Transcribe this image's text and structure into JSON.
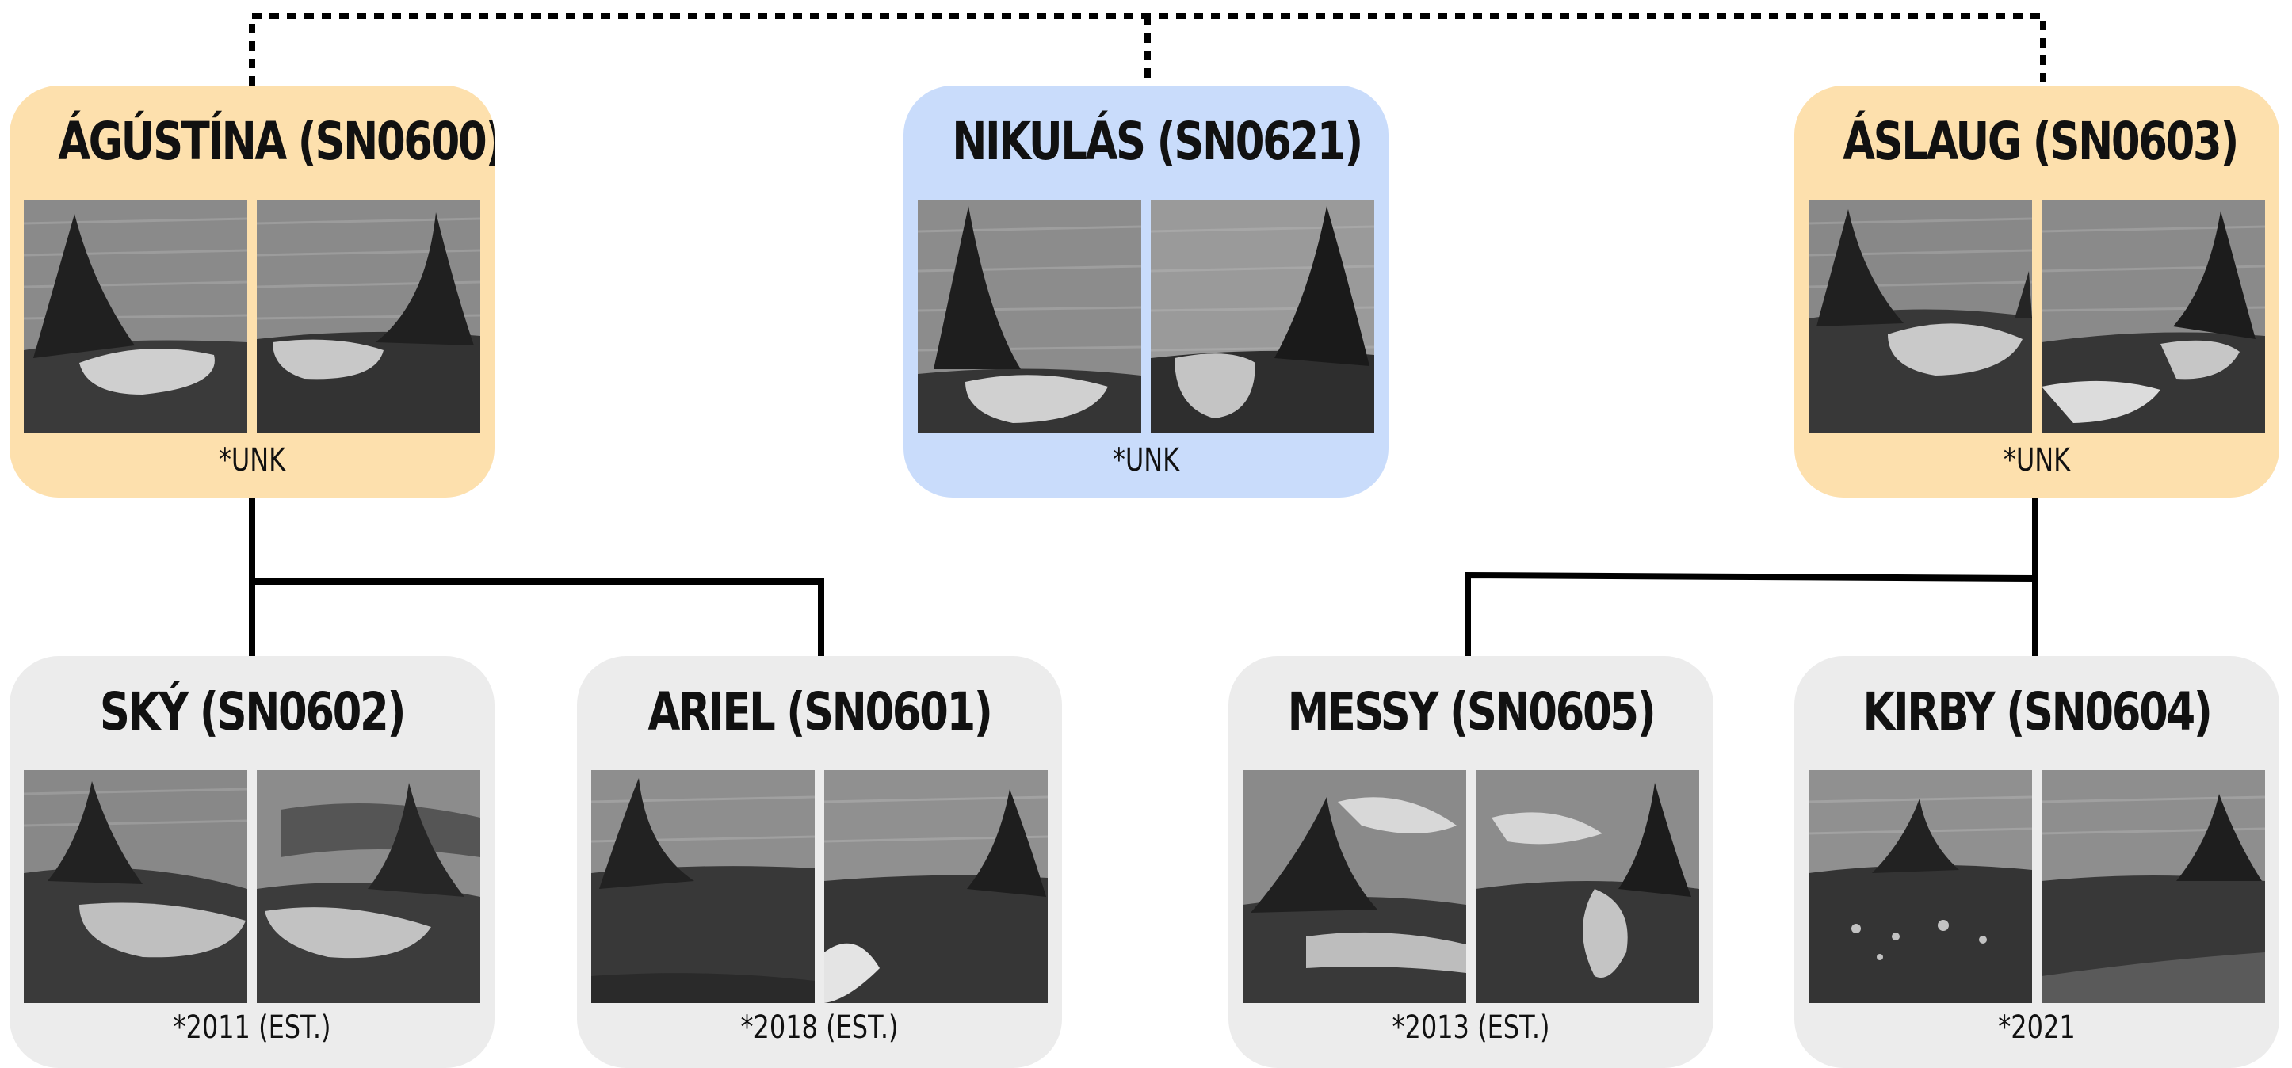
{
  "colors": {
    "female_card": "#fde0ad",
    "male_card": "#c9dcfb",
    "offspring_card": "#ececec",
    "connector": "#000000"
  },
  "individuals": {
    "agustina": {
      "name": "ÁGÚSTÍNA (SN0600)",
      "birth": "*UNK"
    },
    "nikulas": {
      "name": "NIKULÁS (SN0621)",
      "birth": "*UNK"
    },
    "aslaug": {
      "name": "ÁSLAUG (SN0603)",
      "birth": "*UNK"
    },
    "sky": {
      "name": "SKÝ (SN0602)",
      "birth": "*2011 (EST.)"
    },
    "ariel": {
      "name": "ARIEL (SN0601)",
      "birth": "*2018 (EST.)"
    },
    "messy": {
      "name": "MESSY (SN0605)",
      "birth": "*2013 (EST.)"
    },
    "kirby": {
      "name": "KIRBY (SN0604)",
      "birth": "*2021"
    }
  },
  "photo_subject": "orca-dorsal-fin-photo"
}
